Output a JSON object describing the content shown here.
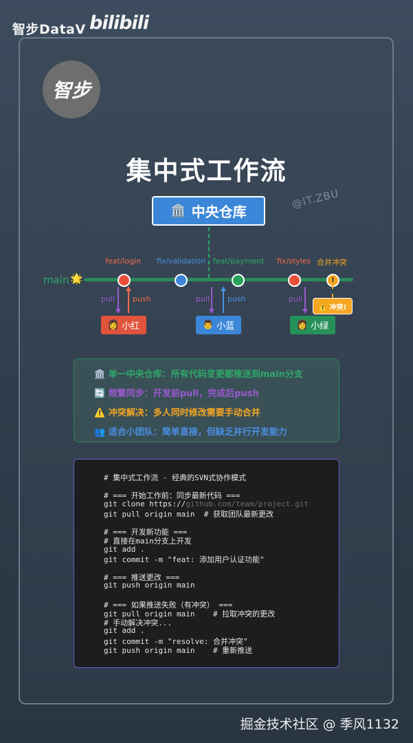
{
  "brand": {
    "text": "智步DataV",
    "logo_text": "bilibili"
  },
  "avatar": {
    "text": "智步"
  },
  "title": "集中式工作流",
  "watermark": "@IT.ZBU",
  "repo": {
    "label": "中央仓库",
    "icon": "🏛️"
  },
  "main_branch": {
    "label": "main",
    "icon": "🌟"
  },
  "commits": [
    {
      "label": "feat/login",
      "label_color": "#ef6b4a",
      "node_color": "#e8503a"
    },
    {
      "label": "fix/validation",
      "label_color": "#4a90e2",
      "node_color": "#3b86d8"
    },
    {
      "label": "feat/payment",
      "label_color": "#2ea86a",
      "node_color": "#27a45a"
    },
    {
      "label": "fix/styles",
      "label_color": "#ef6b4a",
      "node_color": "#e8503a"
    },
    {
      "label": "合并冲突",
      "label_color": "#f5a623",
      "node_color": "#f5a623",
      "node_mark": "!"
    }
  ],
  "devs": [
    {
      "name": "小红",
      "icon": "👩",
      "color": "#e0533c",
      "pull": "pull",
      "push": "push"
    },
    {
      "name": "小蓝",
      "icon": "👨",
      "color": "#3b86d8",
      "pull": "pull",
      "push": "push"
    },
    {
      "name": "小绿",
      "icon": "👩",
      "color": "#27915a",
      "pull": "pull"
    }
  ],
  "conflict": {
    "label": "⚠️ 冲突!"
  },
  "info": [
    {
      "icon": "🏛️",
      "text": "单一中央仓库：所有代码变更都推送到main分支",
      "color": "#2ea86a"
    },
    {
      "icon": "🔄",
      "text": "频繁同步：开发前pull，完成后push",
      "color": "#9b59d0"
    },
    {
      "icon": "⚠️",
      "text": "冲突解决：多人同时修改需要手动合并",
      "color": "#f5a623"
    },
    {
      "icon": "👥",
      "text": "适合小团队：简单直接，但缺乏并行开发能力",
      "color": "#4a90e2"
    }
  ],
  "code": [
    "# 集中式工作流 - 经典的SVN式协作模式",
    "",
    "# === 开始工作前：同步最新代码 ===",
    "git clone https://github.com/team/project.git",
    "git pull origin main  # 获取团队最新更改",
    "",
    "# === 开发新功能 ===",
    "# 直接在main分支上开发",
    "git add .",
    "git commit -m \"feat: 添加用户认证功能\"",
    "",
    "# === 推送更改 ===",
    "git push origin main",
    "",
    "# === 如果推送失败（有冲突） ===",
    "git pull origin main    # 拉取冲突的更改",
    "# 手动解决冲突...",
    "git add .",
    "git commit -m \"resolve: 合并冲突\"",
    "git push origin main    # 重新推送"
  ],
  "footer": "掘金技术社区 @ 季风1132"
}
